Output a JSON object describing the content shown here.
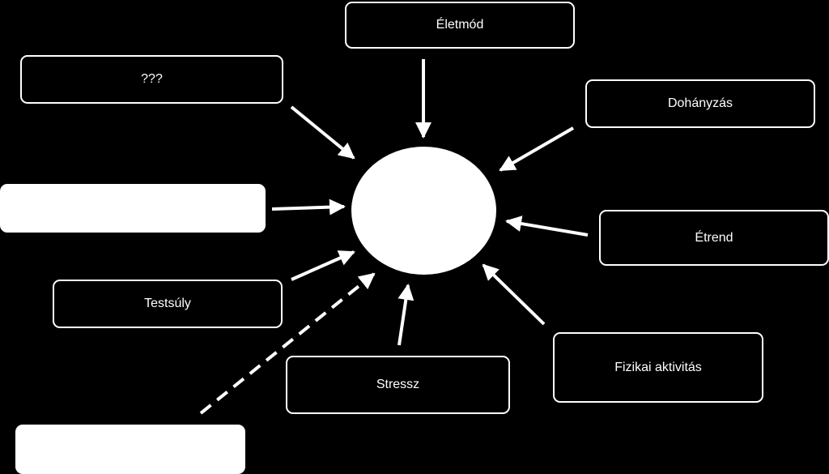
{
  "diagram": {
    "factors": {
      "eletmod": "Életmód",
      "unknown": "???",
      "dohanyzas": "Dohányzás",
      "etrend": "Étrend",
      "testsuly": "Testsúly",
      "fizikai_aktivitas": "Fizikai aktivitás",
      "stressz": "Stressz"
    },
    "colors": {
      "background": "#000000",
      "foreground": "#ffffff"
    }
  }
}
